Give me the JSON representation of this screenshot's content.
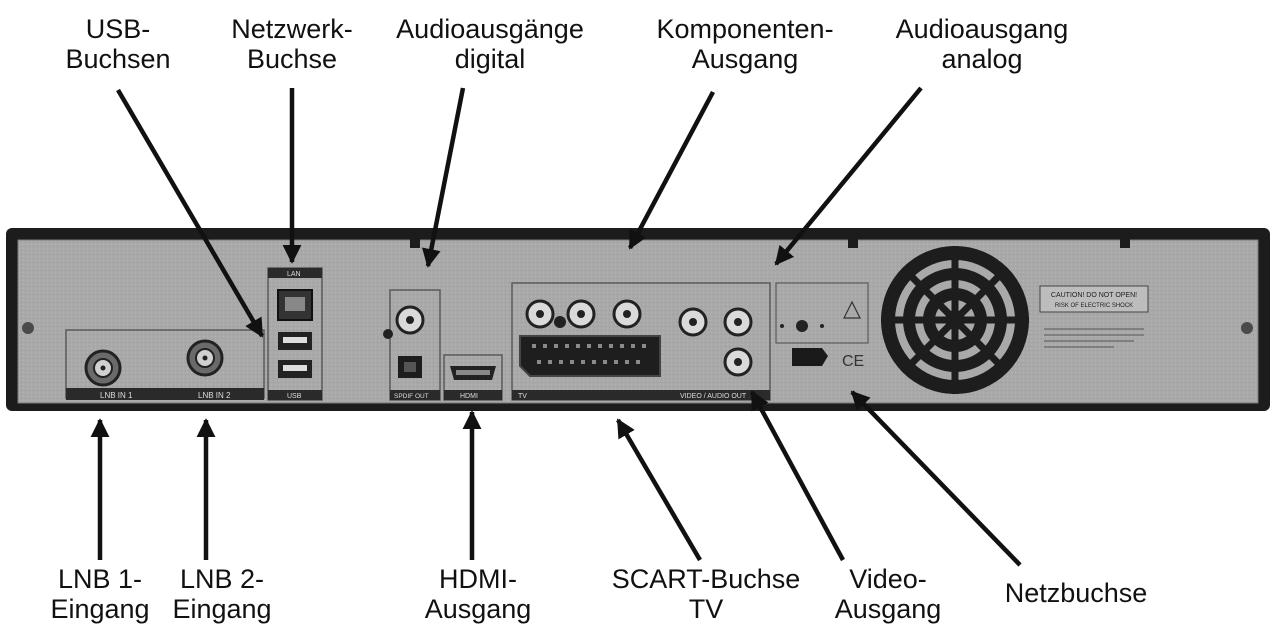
{
  "labels": {
    "usb": [
      "USB-",
      "Buchsen"
    ],
    "network": [
      "Netzwerk-",
      "Buchse"
    ],
    "audio_digital": [
      "Audioausgänge",
      "digital"
    ],
    "component": [
      "Komponenten-",
      "Ausgang"
    ],
    "audio_analog": [
      "Audioausgang",
      "analog"
    ],
    "lnb1": [
      "LNB 1-",
      "Eingang"
    ],
    "lnb2": [
      "LNB 2-",
      "Eingang"
    ],
    "hdmi": [
      "HDMI-",
      "Ausgang"
    ],
    "scart": [
      "SCART-Buchse",
      "TV"
    ],
    "video": [
      "Video-",
      "Ausgang"
    ],
    "power": [
      "Netzbuchse"
    ]
  },
  "panel_text": {
    "lan": "LAN",
    "usb": "USB",
    "lnb_in_1": "LNB IN 1",
    "lnb_in_2": "LNB IN 2",
    "spdif_out": "SPDIF OUT",
    "hdmi": "HDMI",
    "tv": "TV",
    "video_audio_out": "VIDEO / AUDIO OUT",
    "caution_line1": "CAUTION! DO NOT OPEN!",
    "caution_line2": "RISK OF ELECTRIC SHOCK",
    "ce": "CE"
  },
  "colors": {
    "chassis": "#1c1c1c",
    "panel": "#a9a9a9",
    "label_strip": "#2a2a2a",
    "text": "#111111"
  }
}
